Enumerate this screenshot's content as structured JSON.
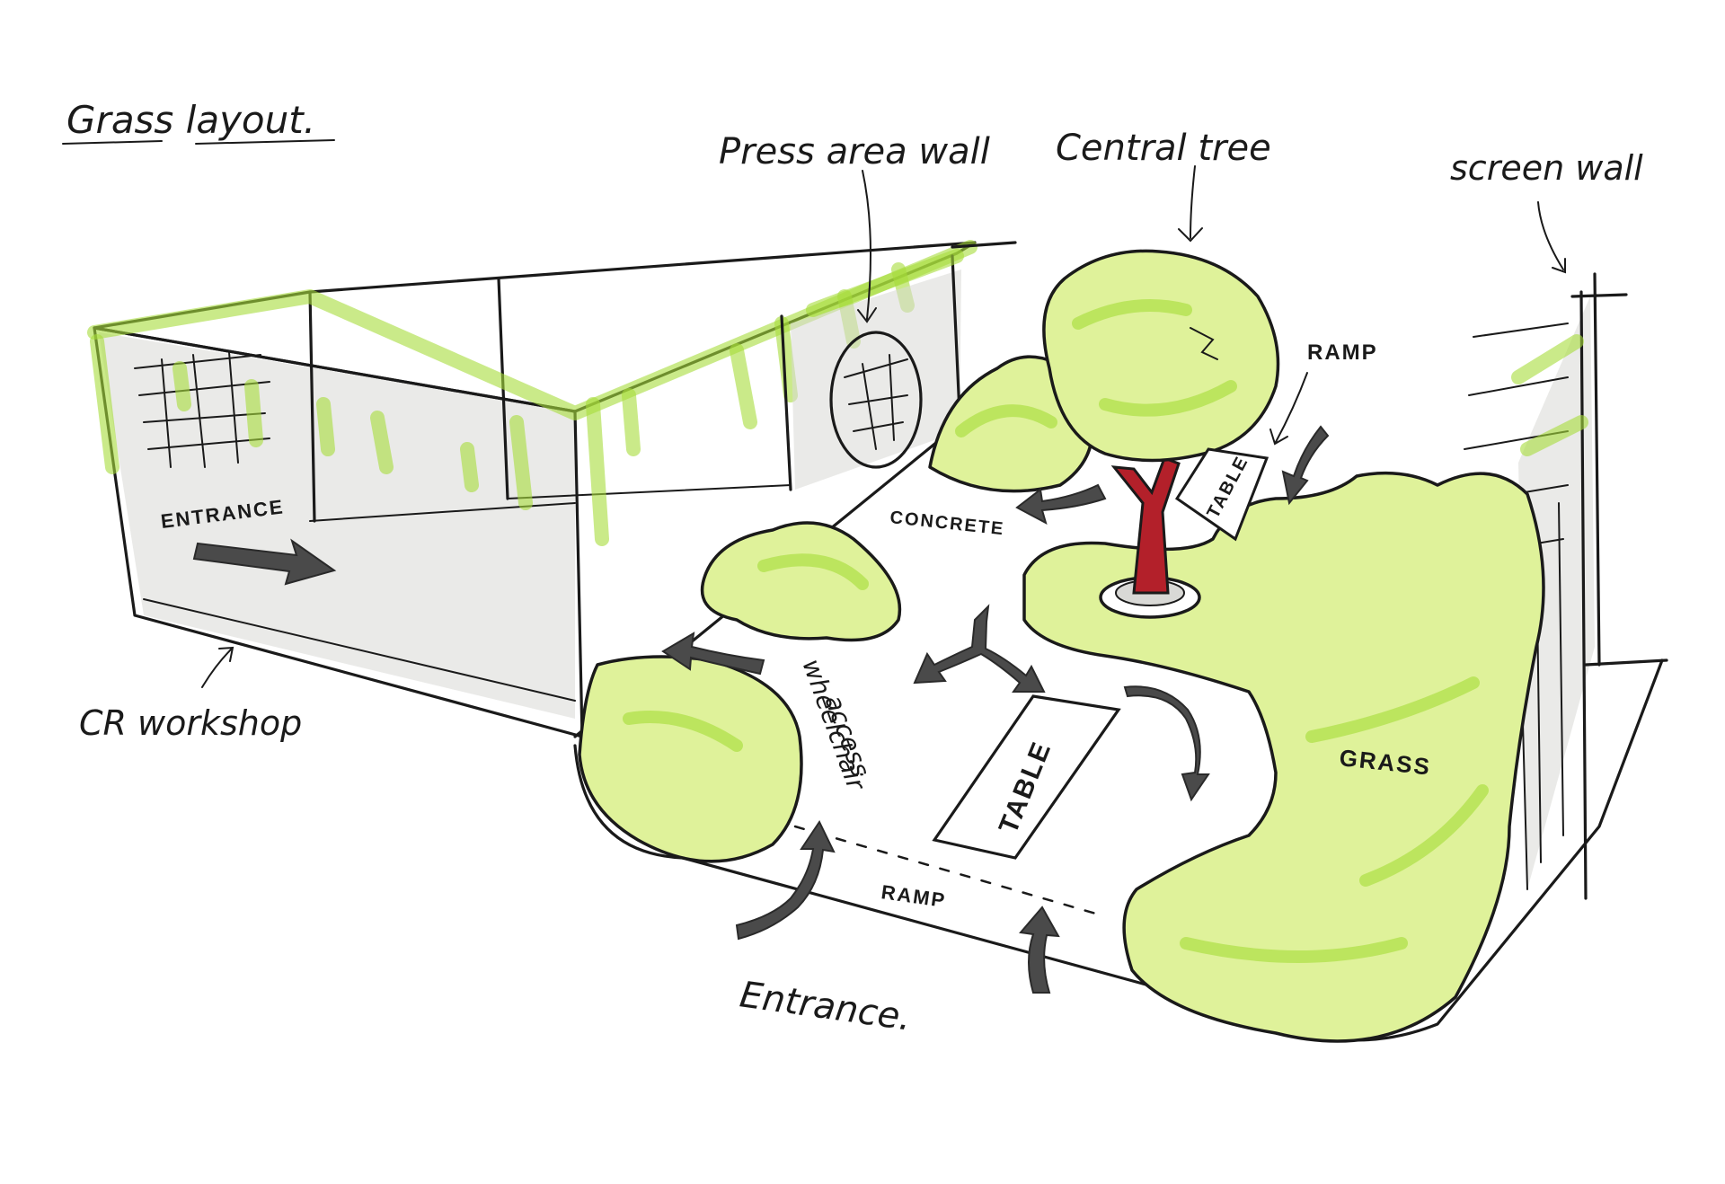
{
  "labels": {
    "title": "Grass layout.",
    "press_area_wall": "Press area wall",
    "central_tree": "Central tree",
    "screen_wall": "screen wall",
    "ramp_right": "RAMP",
    "entrance_left": "ENTRANCE",
    "cr_workshop": "CR workshop",
    "concrete": "CONCRETE",
    "table_small": "TABLE",
    "table_large": "TABLE",
    "wheelchair_line1": "wheelchair",
    "wheelchair_line2": "access",
    "grass": "GRASS",
    "ramp_bottom": "RAMP",
    "entrance_bottom": "Entrance."
  },
  "colors": {
    "grass_fill": "#dff29a",
    "grass_highlight": "#9fdb2e",
    "tree_trunk": "#b3202a",
    "arrow_fill": "#4a4a4a",
    "ink": "#1a1a1a"
  }
}
